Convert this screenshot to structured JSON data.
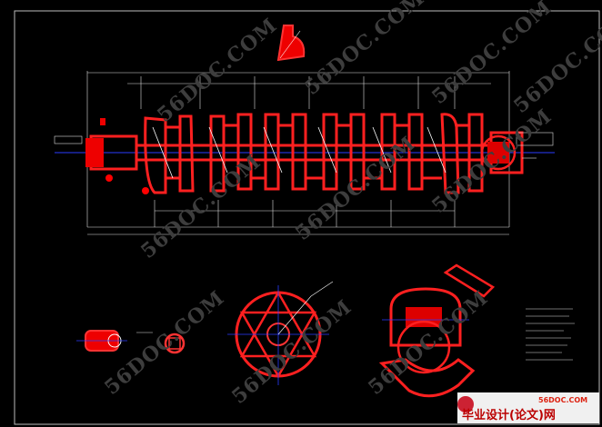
{
  "watermark": "56DOC.COM",
  "footer": {
    "site": "56DOC.COM",
    "banner": "毕业设计(论文)网"
  },
  "colors": {
    "background": "#000000",
    "part_outline": "#ff2020",
    "part_fill": "#ff0000",
    "dimension": "#ffffff",
    "centerline": "#2a3cff",
    "watermark": "#3d3d3d"
  },
  "icons": [
    "crankshaft-drawing",
    "section-view",
    "flange-view",
    "title-block"
  ]
}
